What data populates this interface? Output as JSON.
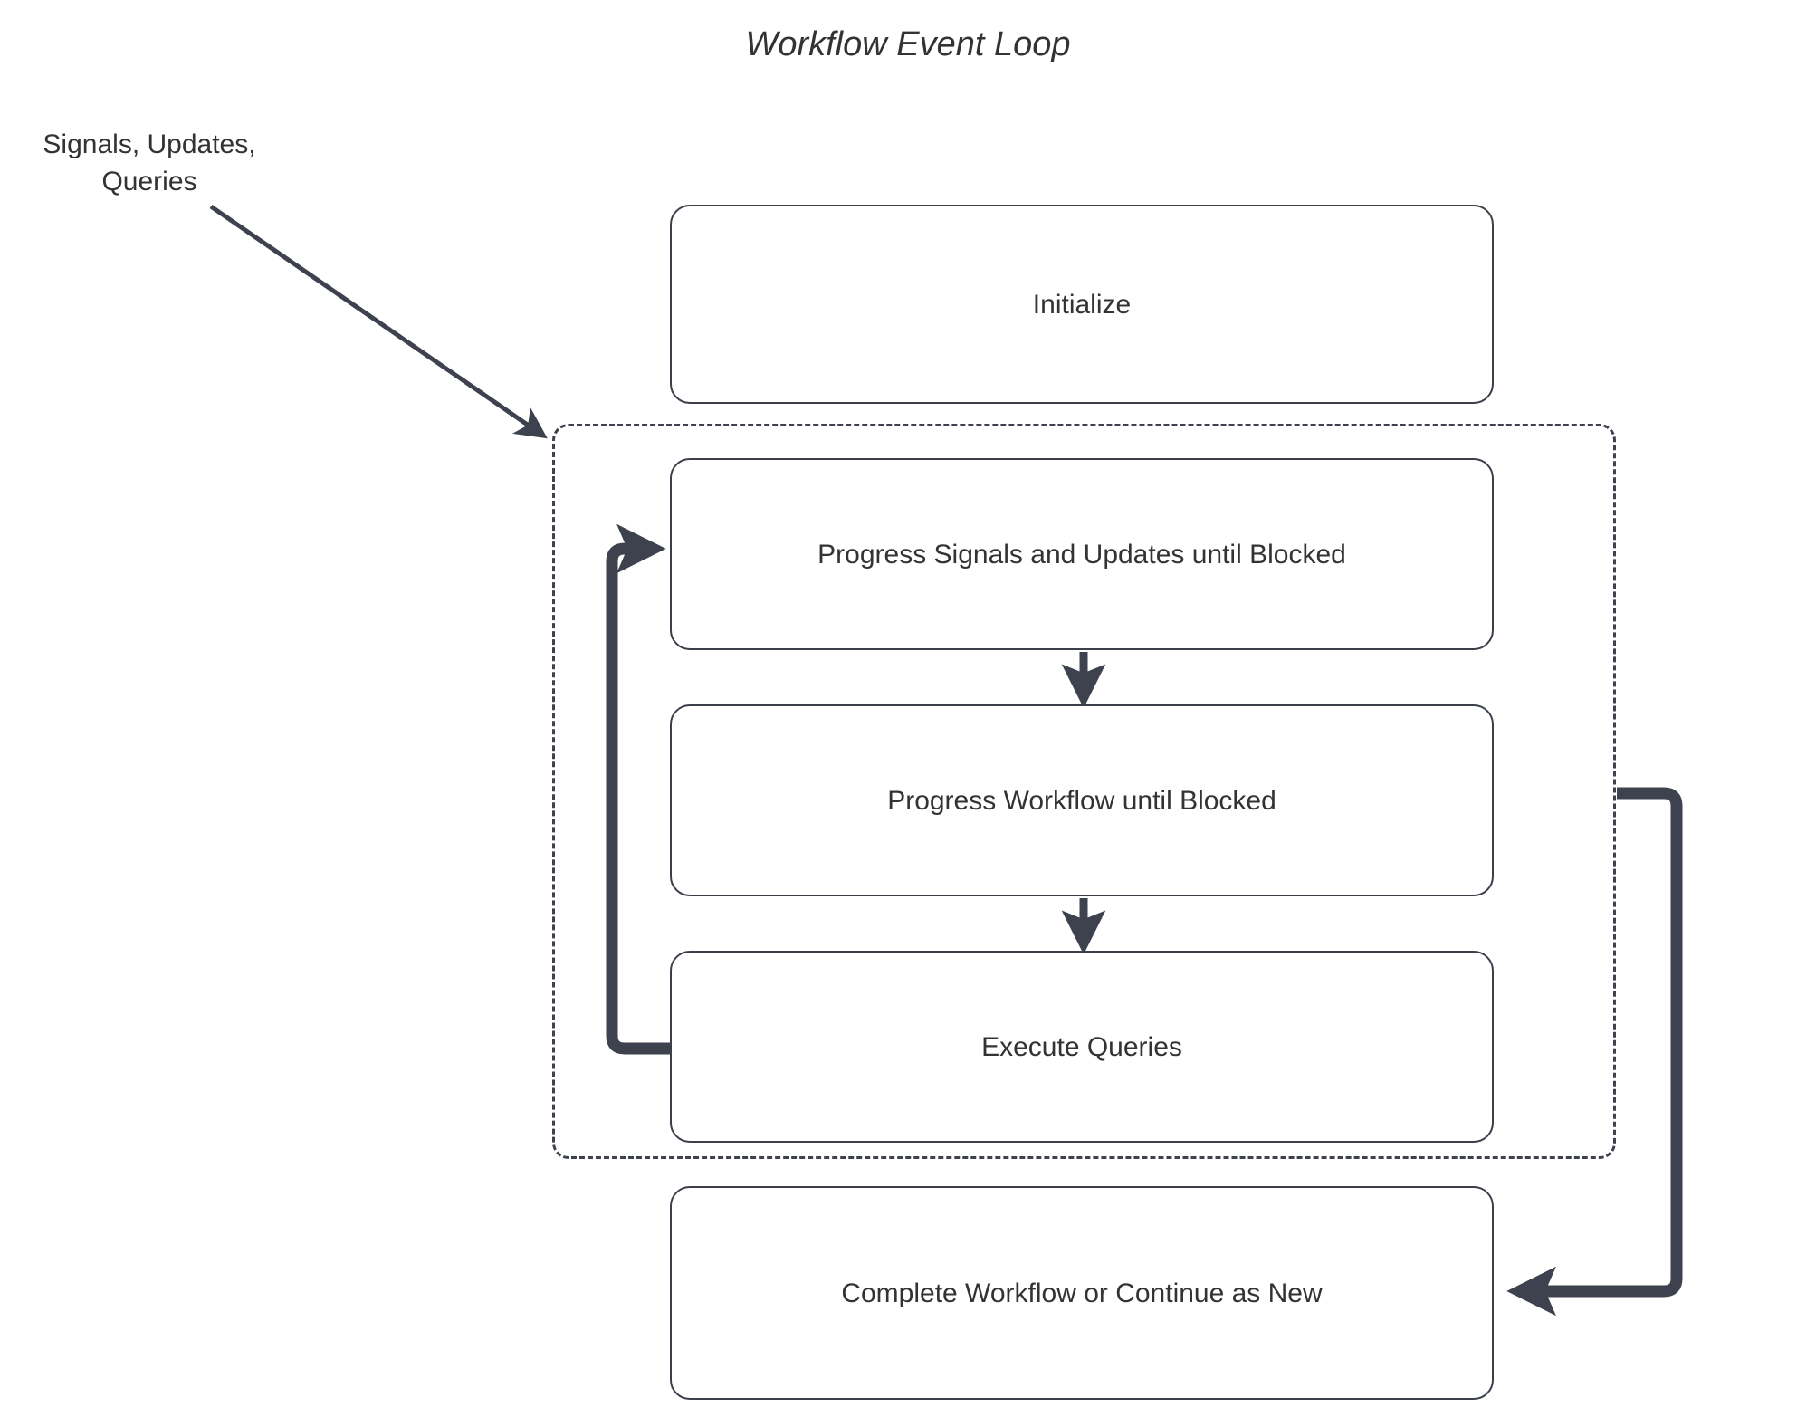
{
  "diagram": {
    "title": "Workflow Event Loop",
    "type": "flowchart",
    "external_input_label": "Signals, Updates,\nQueries",
    "colors": {
      "background": "#ffffff",
      "node_border": "#3a3f4a",
      "node_fill": "#ffffff",
      "edge": "#3d424e",
      "dashed_group_border": "#3d424e",
      "text": "#333333"
    },
    "nodes": [
      {
        "id": "initialize",
        "label": "Initialize"
      },
      {
        "id": "progress_signals",
        "label": "Progress Signals and Updates until Blocked"
      },
      {
        "id": "progress_workflow",
        "label": "Progress Workflow until Blocked"
      },
      {
        "id": "execute_queries",
        "label": "Execute Queries"
      },
      {
        "id": "complete",
        "label": "Complete Workflow or Continue as New"
      }
    ],
    "group": {
      "id": "event_loop_group",
      "style": "dashed",
      "members": [
        "progress_signals",
        "progress_workflow",
        "execute_queries"
      ]
    },
    "edges": [
      {
        "id": "e-external-to-loop",
        "from": "external_input_label",
        "to": "event_loop_group",
        "style": "solid-diagonal",
        "arrow": "end"
      },
      {
        "id": "e-signals-to-workflow",
        "from": "progress_signals",
        "to": "progress_workflow",
        "style": "solid-vertical",
        "arrow": "end"
      },
      {
        "id": "e-workflow-to-queries",
        "from": "progress_workflow",
        "to": "execute_queries",
        "style": "solid-vertical",
        "arrow": "end"
      },
      {
        "id": "e-queries-loopback",
        "from": "execute_queries",
        "to": "progress_signals",
        "style": "thick-orthogonal-left",
        "arrow": "end"
      },
      {
        "id": "e-loop-to-complete",
        "from": "event_loop_group",
        "to": "complete",
        "style": "thick-orthogonal-right",
        "arrow": "end"
      }
    ]
  }
}
